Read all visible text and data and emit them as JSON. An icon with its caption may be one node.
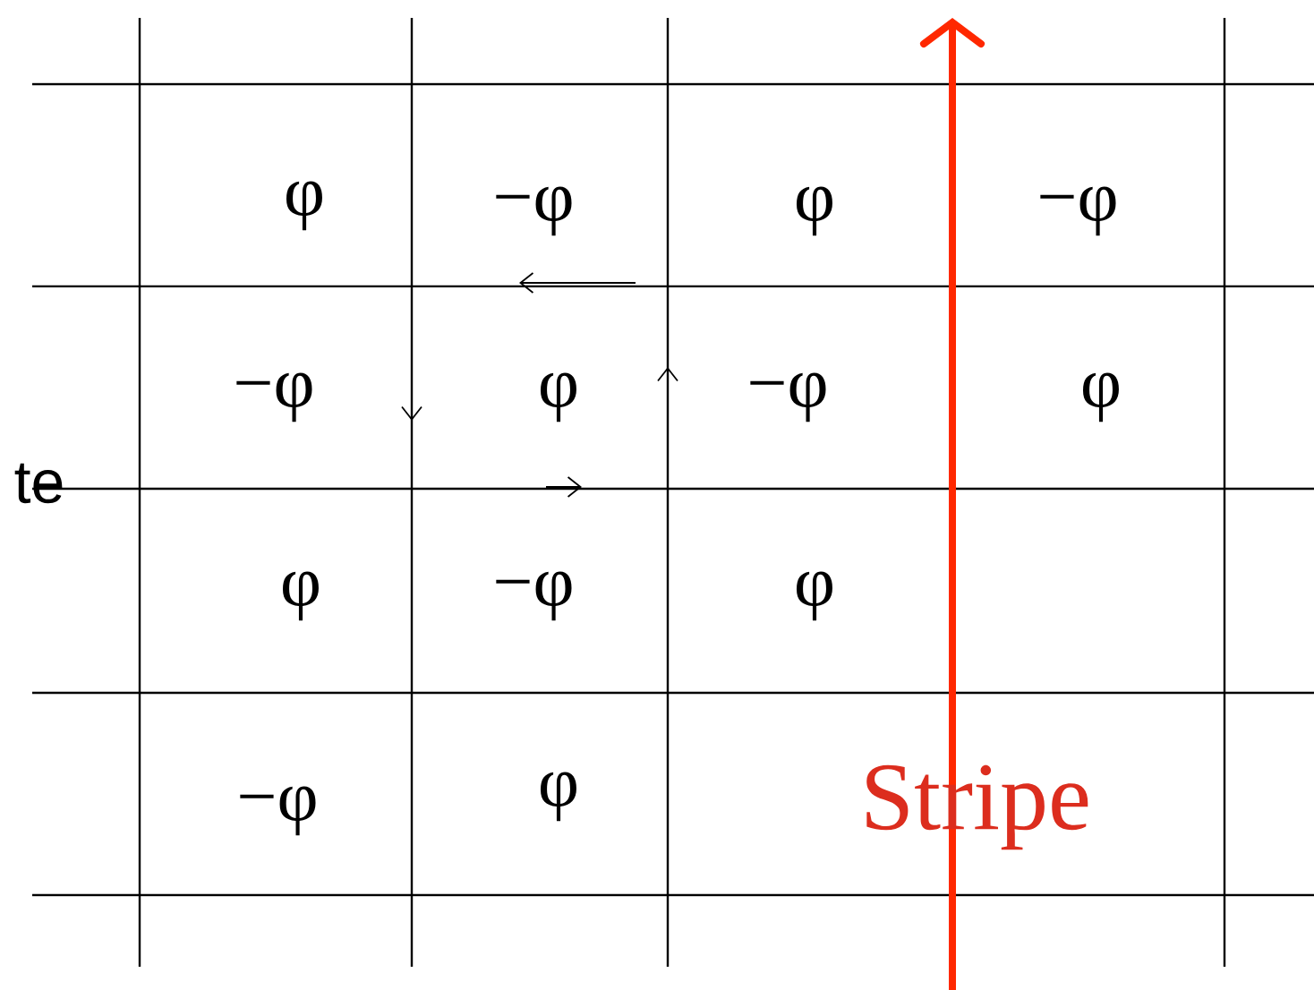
{
  "diagram": {
    "labels": [
      "φ",
      "−φ",
      "φ",
      "−φ",
      "−φ",
      "φ",
      "−φ",
      "φ",
      "te",
      "φ",
      "−φ",
      "φ",
      "−φ",
      "φ",
      "Stripe"
    ]
  }
}
